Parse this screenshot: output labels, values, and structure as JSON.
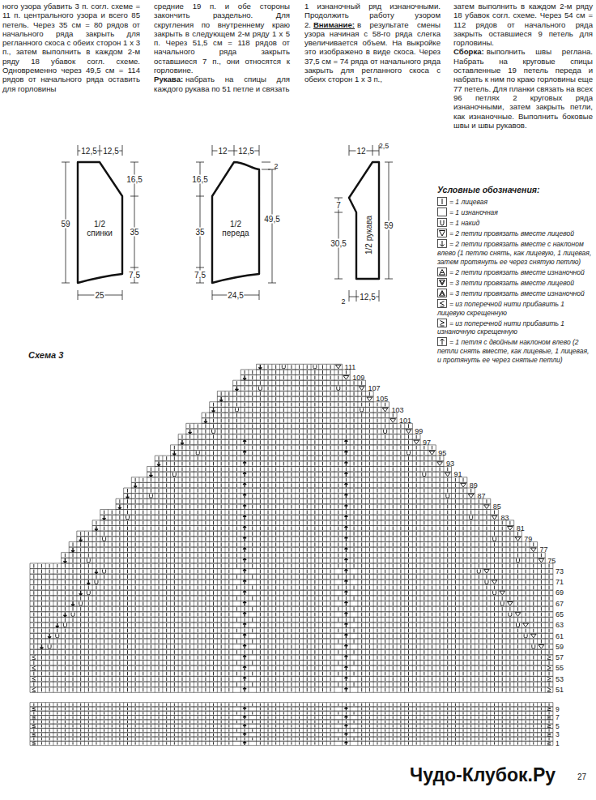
{
  "diagram": {
    "labels": [
      "ного узора убавить 3 п. согл. схеме = 11 п. центрального узора и всего 85 петель. Через 35 см = 80 рядов от начального ряда закрыть для регланного скоса с обеих сторон 1 х 3 п., затем выполнить в каждом 2-м ряду 18 убавок согл. схеме. Одновременно через 49,5 см = 114 рядов от начального ряда оставить для горловины",
      "средние 19 п. и обе стороны закончить раздельно. Для скругления по внутреннему краю закрыть в следующем 2-м ряду 1 х 5 п. Через 51,5 см = 118 рядов от начального ряда закрыть оставшиеся 7 п., они относятся к горловине.",
      "Рукава:",
      "набрать на спицы для каждого рукава по 51 петле и связать",
      "1 изнаночный ряд изнаночными. Продолжить работу узором 2.",
      "Внимание:",
      "в результате смены узора начиная с 58-го ряда слегка увеличивается объем. На выкройке это изображено в виде скоса. Через 37,5 см = 74 ряда от начального ряда закрыть для регланного скоса с обеих сторон 1 х 3 п.,",
      "затем выполнить в каждом 2-м ряду 18 убавок согл. схеме. Через 54 см = 112 рядов от начального ряда закрыть оставшиеся 9 петель для горловины.",
      "Сборка:",
      "выполнить швы реглана. Набрать на круговые спицы оставленные 19 петель переда и набрать к ним по краю горловины еще 77 петель. Для планки связать на всех 96 петлях 2 круговых ряда изнаночными, затем закрыть петли, как изнаночные. Выполнить боковые швы и швы рукавов.",
      "12,5",
      "12,5",
      "16,5",
      "35",
      "7,5",
      "59",
      "25",
      "1/2 спинки",
      "12",
      "12,5",
      "16,5",
      "35",
      "7,5",
      "2",
      "49,5",
      "24,5",
      "1/2 переда",
      "12",
      "2,5",
      "7",
      "30,5",
      "59",
      "2",
      "12,5",
      "1/2 рукава",
      "Условные обозначения:",
      "Схема 3",
      "111",
      "109",
      "107",
      "105",
      "103",
      "101",
      "99",
      "97",
      "95",
      "93",
      "91",
      "89",
      "87",
      "85",
      "83",
      "81",
      "79",
      "77",
      "75",
      "73",
      "71",
      "69",
      "67",
      "65",
      "63",
      "61",
      "59",
      "57",
      "55",
      "53",
      "51",
      "9",
      "7",
      "5",
      "3",
      "1",
      "Чудо-Клубок.Ру",
      "27"
    ],
    "legend": [
      {
        "text": "= 1 лицевая"
      },
      {
        "text": "= 1 изнаночная"
      },
      {
        "text": "= 1 накид"
      },
      {
        "text": "= 2 петли провязать вместе лицевой"
      },
      {
        "text": "= 2 петли провязать вместе с наклоном влево (1 петлю снять, как лицевую, 1 лицевая, затем протянуть ее через снятую петлю)"
      },
      {
        "text": "= 2 петли провязать вместе изнаночной"
      },
      {
        "text": "= 3 петли провязать вместе лицевой"
      },
      {
        "text": "= 3 петли провязать вместе изнаночной"
      },
      {
        "text": "= из поперечной нити прибавить 1 лицевую скрещенную"
      },
      {
        "text": "= из поперечной нити прибавить 1 изнаночную скрещенную"
      },
      {
        "text": "= 1 петля с двойным наклоном влево (2 петли снять вместе, как лицевые, 1 лицевая, и протянуть ее через снятые петли)"
      }
    ]
  }
}
